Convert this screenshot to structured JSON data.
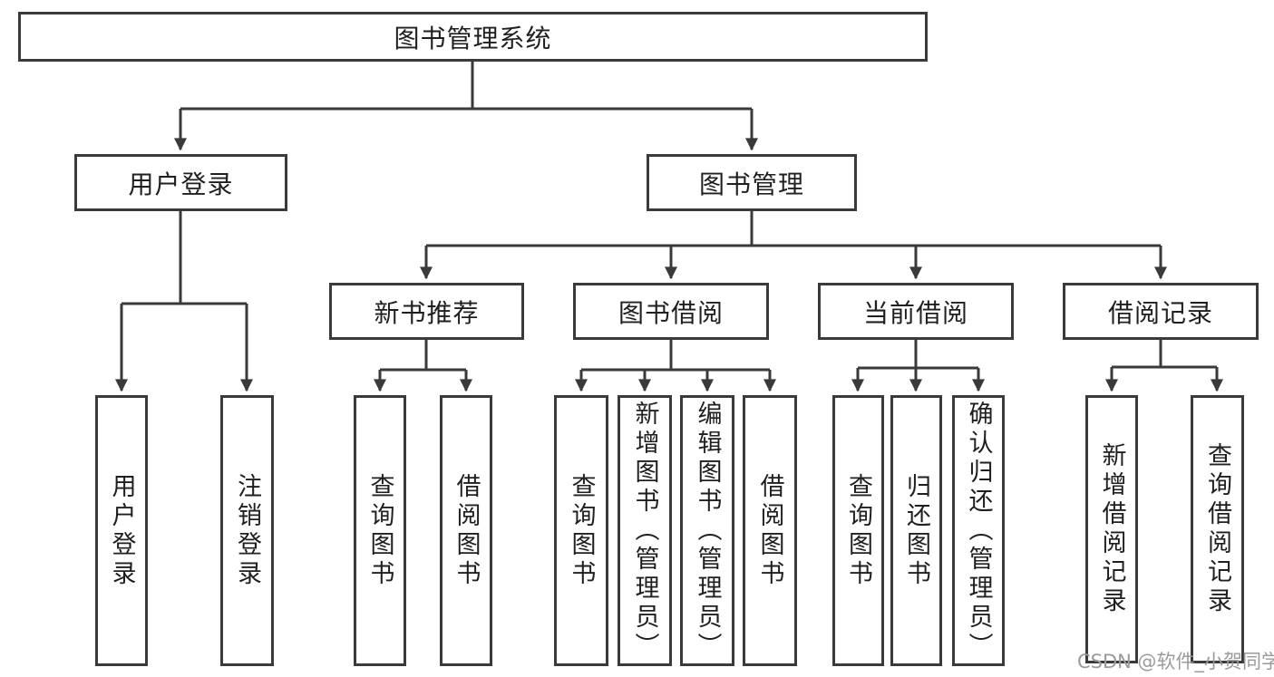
{
  "diagram": {
    "root": {
      "label": "图书管理系统"
    },
    "level2": {
      "user_login": {
        "label": "用户登录"
      },
      "book_management": {
        "label": "图书管理"
      }
    },
    "level3": {
      "new_book_recommend": {
        "label": "新书推荐"
      },
      "book_borrowing": {
        "label": "图书借阅"
      },
      "current_borrowing": {
        "label": "当前借阅"
      },
      "borrowing_records": {
        "label": "借阅记录"
      }
    },
    "leaves": {
      "user_login": [
        {
          "label": "用户登录"
        },
        {
          "label": "注销登录"
        }
      ],
      "new_book_recommend": [
        {
          "label": "查询图书"
        },
        {
          "label": "借阅图书"
        }
      ],
      "book_borrowing": [
        {
          "label": "查询图书"
        },
        {
          "label": "新增图书（管理员）"
        },
        {
          "label": "编辑图书（管理员）"
        },
        {
          "label": "借阅图书"
        }
      ],
      "current_borrowing": [
        {
          "label": "查询图书"
        },
        {
          "label": "归还图书"
        },
        {
          "label": "确认归还（管理员）"
        }
      ],
      "borrowing_records": [
        {
          "label": "新增借阅记录"
        },
        {
          "label": "查询借阅记录"
        }
      ]
    }
  },
  "watermark": {
    "text": "CSDN @软件_小贺同学"
  },
  "colors": {
    "line": "#3a3a3a",
    "text": "#1f1f1f",
    "watermark": "#9b9b9b",
    "background": "#ffffff"
  }
}
